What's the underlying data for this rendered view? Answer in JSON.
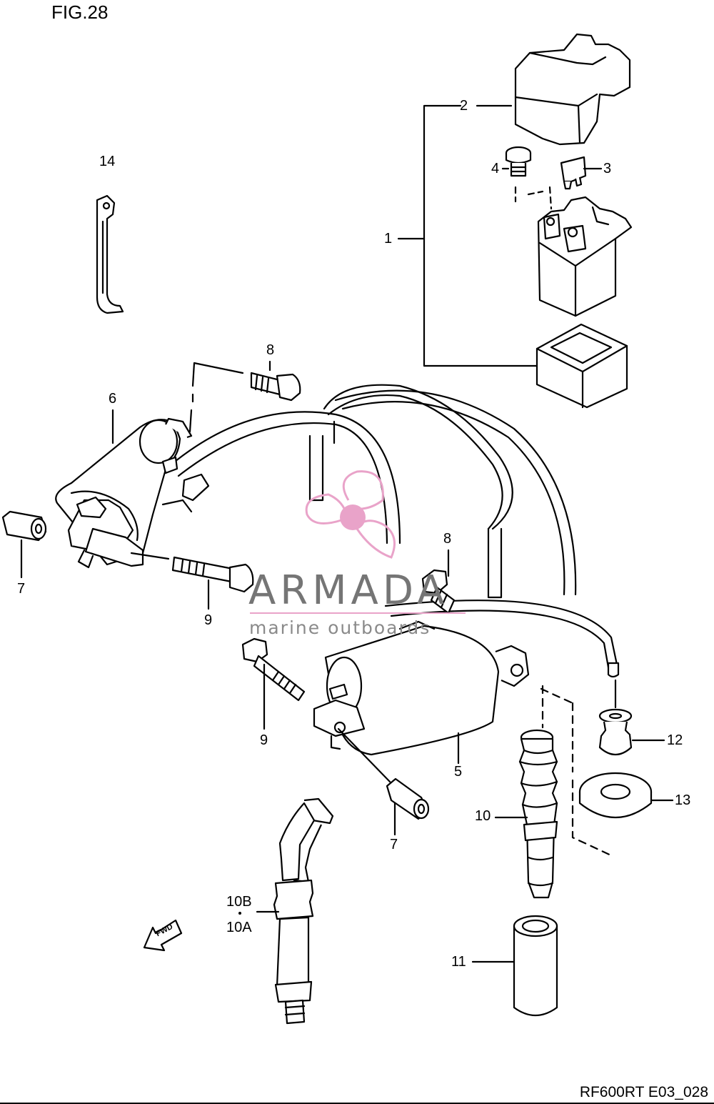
{
  "figure": {
    "title": "FIG.28",
    "code": "RF600RT E03_028"
  },
  "watermark": {
    "brand": "ARMADA",
    "tagline": "marine outboards",
    "logo_icon": "propeller-icon",
    "accent_color": "#e9a3c9",
    "text_color": "#757575"
  },
  "fwd_label": "FWD",
  "callouts": {
    "c1": "1",
    "c2": "2",
    "c3": "3",
    "c4": "4",
    "c5": "5",
    "c6": "6",
    "c7a": "7",
    "c7b": "7",
    "c8a": "8",
    "c8b": "8",
    "c9a": "9",
    "c9b": "9",
    "c10": "10",
    "c10b": "10B",
    "c10a": "10A",
    "c11": "11",
    "c12": "12",
    "c13": "13",
    "c14": "14"
  }
}
